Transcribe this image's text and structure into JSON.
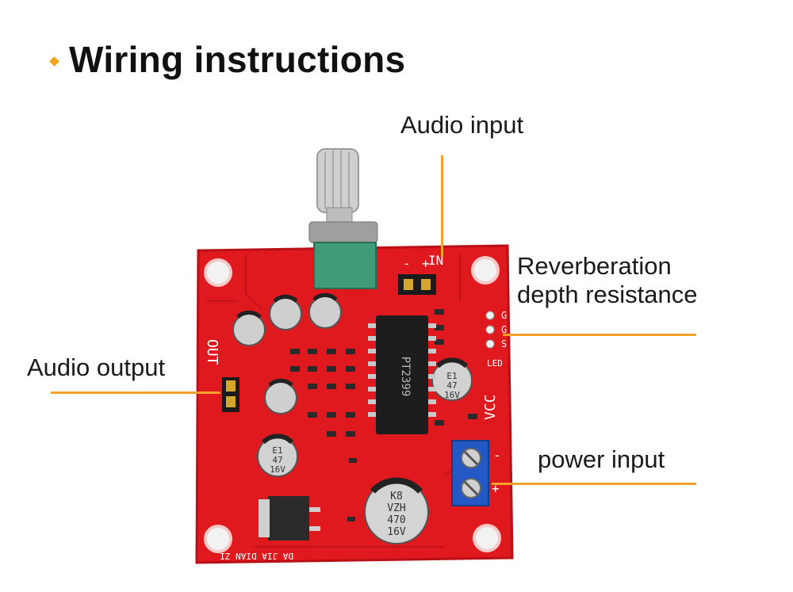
{
  "heading": {
    "title": "Wiring instructions"
  },
  "labels": {
    "audio_input": "Audio input",
    "reverb_line1": "Reverberation",
    "reverb_line2": "depth resistance",
    "audio_output": "Audio output",
    "power_input": "power input"
  },
  "board": {
    "silk_in": "IN",
    "silk_out": "OUT",
    "silk_vcc": "VCC",
    "silk_led": "LED",
    "silk_chip": "PT2399",
    "silk_bottom": "DA JIA DIAN ZI",
    "silk_pins": [
      "G",
      "G",
      "S"
    ],
    "silk_neg": "-",
    "silk_pos": "+",
    "cap_47": [
      "E1",
      "47",
      "16V"
    ],
    "cap_470": [
      "K8",
      "VZH",
      "470",
      "16V"
    ]
  },
  "colors": {
    "accent": "#f3a02c",
    "pcb": "#e0191e",
    "terminal": "#2458c4"
  }
}
